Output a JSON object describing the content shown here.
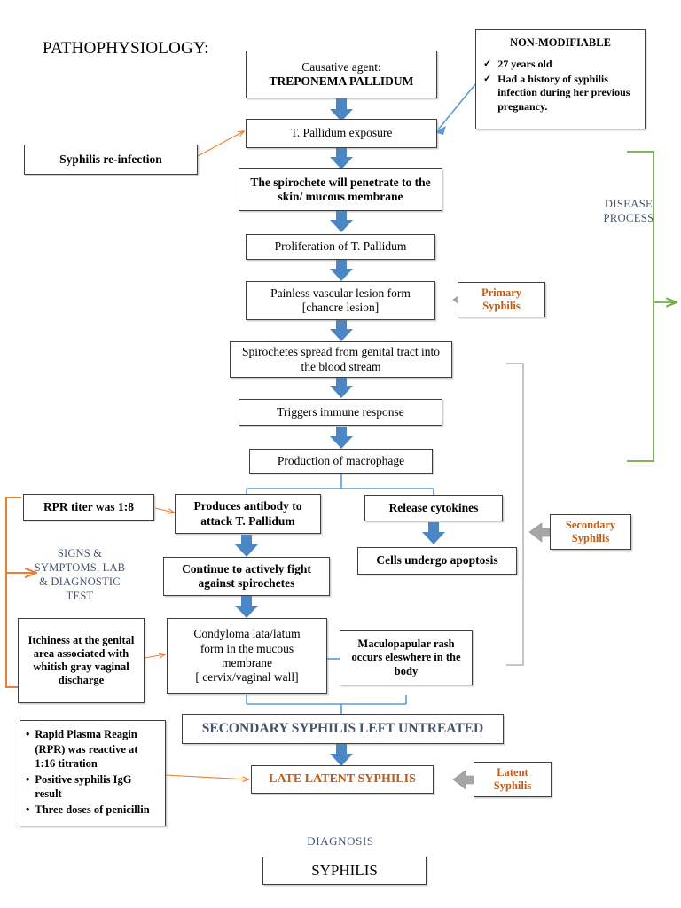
{
  "page": {
    "title": "PATHOPHYSIOLOGY:",
    "colors": {
      "arrow_blue": "#4A87C4",
      "connector_blue": "#5B9BD5",
      "orange_accent": "#C55A11",
      "orange_connector": "#ED7D31",
      "steel_text": "#44546A",
      "green_bracket": "#70AD47",
      "gray_bracket": "#BFBFBF",
      "gray_arrow": "#A6A6A6",
      "box_border": "#3F3F3F"
    }
  },
  "risk_factors": {
    "header": "NON-MODIFIABLE",
    "check_mark": "✓",
    "items": [
      "27 years old",
      "Had a history of syphilis infection during her previous pregnancy."
    ]
  },
  "flow": {
    "causative_agent_label": "Causative agent:",
    "causative_agent_name": "TREPONEMA PALLIDUM",
    "exposure": "T. Pallidum exposure",
    "penetrate": "The spirochete will penetrate to the skin/ mucous membrane",
    "proliferation": "Proliferation of T. Pallidum",
    "chancre_line1": "Painless vascular lesion form",
    "chancre_line2": "[chancre lesion]",
    "spread": "Spirochetes spread from genital tract into the blood stream",
    "immune": "Triggers immune response",
    "macrophage": "Production of macrophage",
    "antibody": "Produces antibody to attack T. Pallidum",
    "cytokines": "Release cytokines",
    "fight": "Continue to actively fight against spirochetes",
    "apoptosis": "Cells undergo apoptosis",
    "condyloma_line1": "Condyloma lata/latum",
    "condyloma_line2": "form in the mucous",
    "condyloma_line3": "membrane",
    "condyloma_line4": "[ cervix/vaginal wall]",
    "maculopapular": "Maculopapular rash occurs eleswhere in the body",
    "untreated": "SECONDARY SYPHILIS LEFT UNTREATED",
    "late_latent": "LATE LATENT SYPHILIS"
  },
  "stage_labels": {
    "primary_line1": "Primary",
    "primary_line2": "Syphilis",
    "secondary_line1": "Secondary",
    "secondary_line2": "Syphilis",
    "latent_line1": "Latent",
    "latent_line2": "Syphilis"
  },
  "side_notes": {
    "reinfection": "Syphilis re-infection",
    "rpr_titer": "RPR titer was  1:8",
    "itchiness": "Itchiness at the genital area associated with whitish gray vaginal discharge"
  },
  "brackets": {
    "disease_process_line1": "DISEASE",
    "disease_process_line2": "PROCESS",
    "signs_line1": "SIGNS  &",
    "signs_line2": "SYMPTOMS, LAB",
    "signs_line3": "& DIAGNOSTIC",
    "signs_line4": "TEST"
  },
  "findings": {
    "bullet": "•",
    "items": [
      "Rapid Plasma Reagin (RPR) was reactive at 1:16 titration",
      "Positive syphilis IgG result",
      "Three doses of penicillin"
    ]
  },
  "diagnosis": {
    "label": "DIAGNOSIS",
    "value": "SYPHILIS"
  }
}
